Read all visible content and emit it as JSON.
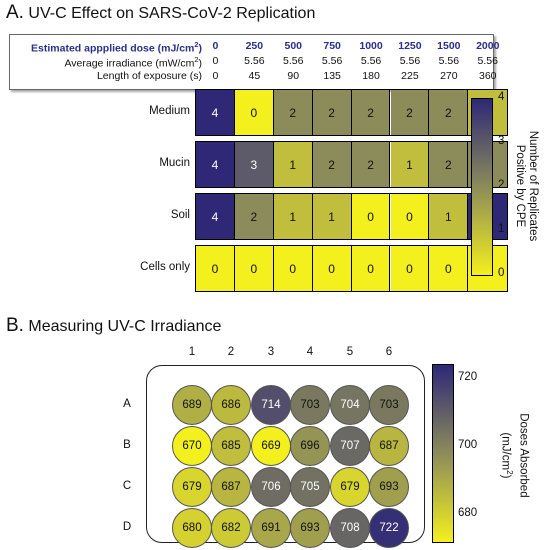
{
  "panel_a": {
    "letter": "A.",
    "title": "UV-C Effect on SARS-CoV-2 Replication",
    "dose_table": {
      "rows": [
        {
          "label_main": "Estimated appplied dose (mJ/cm",
          "label_sup": "2",
          "label_end": ")",
          "values": [
            "0",
            "250",
            "500",
            "750",
            "1000",
            "1250",
            "1500",
            "2000"
          ]
        },
        {
          "label_main": "Average irradiance (mW/cm",
          "label_sup": "2",
          "label_end": ")",
          "values": [
            "0",
            "5.56",
            "5.56",
            "5.56",
            "5.56",
            "5.56",
            "5.56",
            "5.56"
          ]
        },
        {
          "label_main": "Length of exposure (s)",
          "label_sup": "",
          "label_end": "",
          "values": [
            "0",
            "45",
            "90",
            "135",
            "180",
            "225",
            "270",
            "360"
          ]
        }
      ]
    },
    "colorbar": {
      "title_line1": "Number of Replicates",
      "title_line2": "Positive by CPE",
      "min": 0,
      "max": 4,
      "ticks": [
        "0",
        "1",
        "2",
        "3",
        "4"
      ]
    }
  },
  "panel_b": {
    "letter": "B.",
    "title": "Measuring UV-C Irradiance",
    "colorbar": {
      "title_line1": "Doses Absorbed",
      "title_line2_main": "(mJ/cm",
      "title_line2_sup": "2",
      "title_line2_end": ")",
      "min": 672,
      "max": 724,
      "ticks": [
        "680",
        "700",
        "720"
      ]
    }
  },
  "colors": {
    "low": "#f4f01e",
    "mid": "#8c8c5a",
    "high": "#2e2877"
  },
  "chart_data": [
    {
      "type": "heatmap",
      "title": "UV-C Effect on SARS-CoV-2 Replication",
      "x": [
        "0",
        "250",
        "500",
        "750",
        "1000",
        "1250",
        "1500",
        "2000"
      ],
      "rows": [
        "Medium",
        "Mucin",
        "Soil",
        "Cells only"
      ],
      "values": [
        [
          4,
          0,
          2,
          2,
          2,
          2,
          2,
          1
        ],
        [
          4,
          3,
          1,
          2,
          2,
          1,
          2,
          2
        ],
        [
          4,
          2,
          1,
          1,
          0,
          0,
          1,
          4
        ],
        [
          0,
          0,
          0,
          0,
          0,
          0,
          0,
          0
        ]
      ],
      "colorbar_range": [
        0,
        4
      ],
      "legend": "right"
    },
    {
      "type": "heatmap",
      "title": "Measuring UV-C Irradiance",
      "columns": [
        "1",
        "2",
        "3",
        "4",
        "5",
        "6"
      ],
      "rows": [
        "A",
        "B",
        "C",
        "D"
      ],
      "values": [
        [
          689,
          686,
          714,
          703,
          704,
          703
        ],
        [
          670,
          685,
          669,
          696,
          707,
          687
        ],
        [
          679,
          687,
          706,
          705,
          679,
          693
        ],
        [
          680,
          682,
          691,
          693,
          708,
          722
        ]
      ],
      "colorbar_range": [
        672,
        724
      ],
      "legend": "right"
    }
  ]
}
